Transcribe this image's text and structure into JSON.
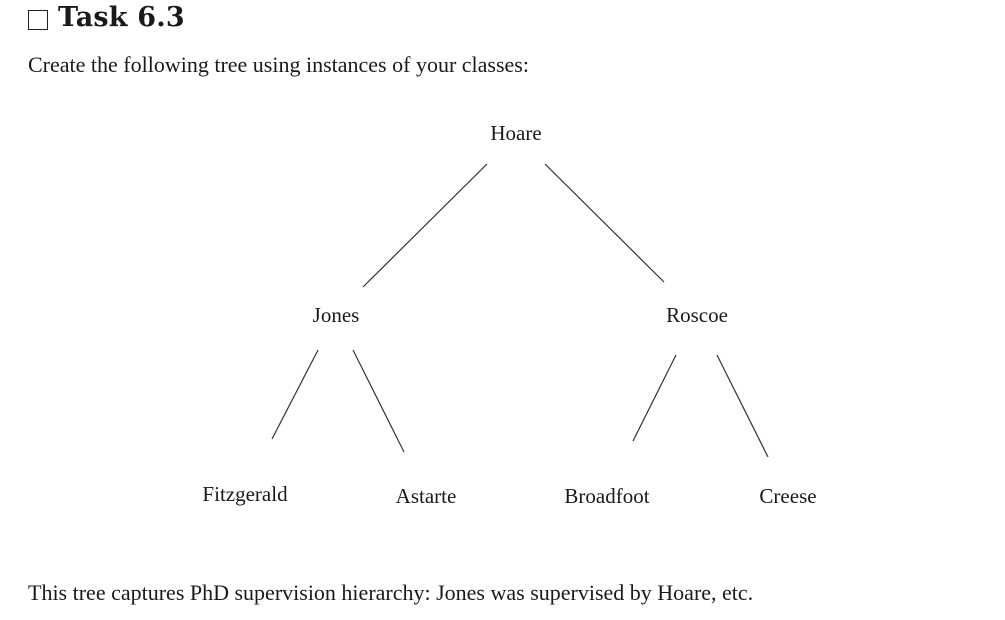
{
  "task": {
    "title": "Task 6.3",
    "checkbox_icon": "empty-checkbox-icon"
  },
  "intro": "Create the following tree using instances of your classes:",
  "tree": {
    "root": "Hoare",
    "children": [
      {
        "name": "Jones",
        "children": [
          "Fitzgerald",
          "Astarte"
        ]
      },
      {
        "name": "Roscoe",
        "children": [
          "Broadfoot",
          "Creese"
        ]
      }
    ]
  },
  "footer": "This tree captures PhD supervision hierarchy: Jones was supervised by Hoare, etc."
}
